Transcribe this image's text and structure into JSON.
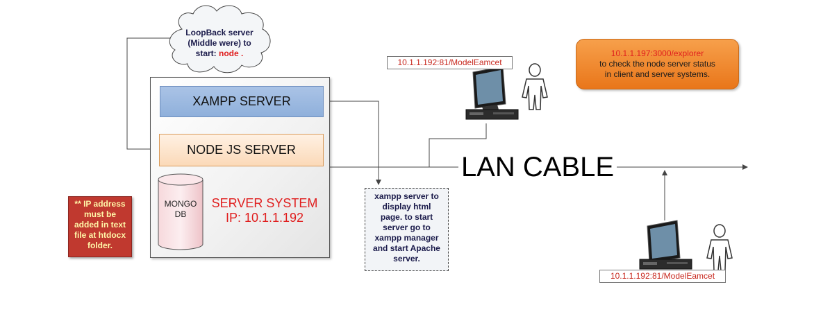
{
  "cloud": {
    "line1": "LoopBack server",
    "line2": "(Middle were) to",
    "line3_prefix": "start: ",
    "line3_highlight": "node ."
  },
  "server": {
    "xampp_label": "XAMPP SERVER",
    "node_label": "NODE JS SERVER",
    "mongo_line1": "MONGO",
    "mongo_line2": "DB",
    "system_title": "SERVER SYSTEM",
    "system_ip": "IP: 10.1.1.192"
  },
  "note": {
    "lines": [
      "** IP address",
      "must be",
      "added in text",
      "file at htdocx",
      "folder."
    ]
  },
  "xampp_note": {
    "lines": [
      "xampp server to",
      "display html",
      "page. to start",
      "server go to",
      "xampp manager",
      "and start Apache",
      "server."
    ]
  },
  "clients": {
    "top_ip": "10.1.1.192:81/ModelEamcet",
    "bottom_ip": "10.1.1.192:81/ModelEamcet"
  },
  "explorer": {
    "url": "10.1.1.197:3000/explorer",
    "desc_line1": "to check the node server status",
    "desc_line2": "in client and server systems."
  },
  "lan_label": "LAN CABLE",
  "colors": {
    "highlight_red": "#e01e1e",
    "xampp_fill": "#9ab8e0",
    "node_fill": "#fde4cc",
    "note_fill": "#c0392f",
    "explorer_fill": "#ee8a2e"
  }
}
